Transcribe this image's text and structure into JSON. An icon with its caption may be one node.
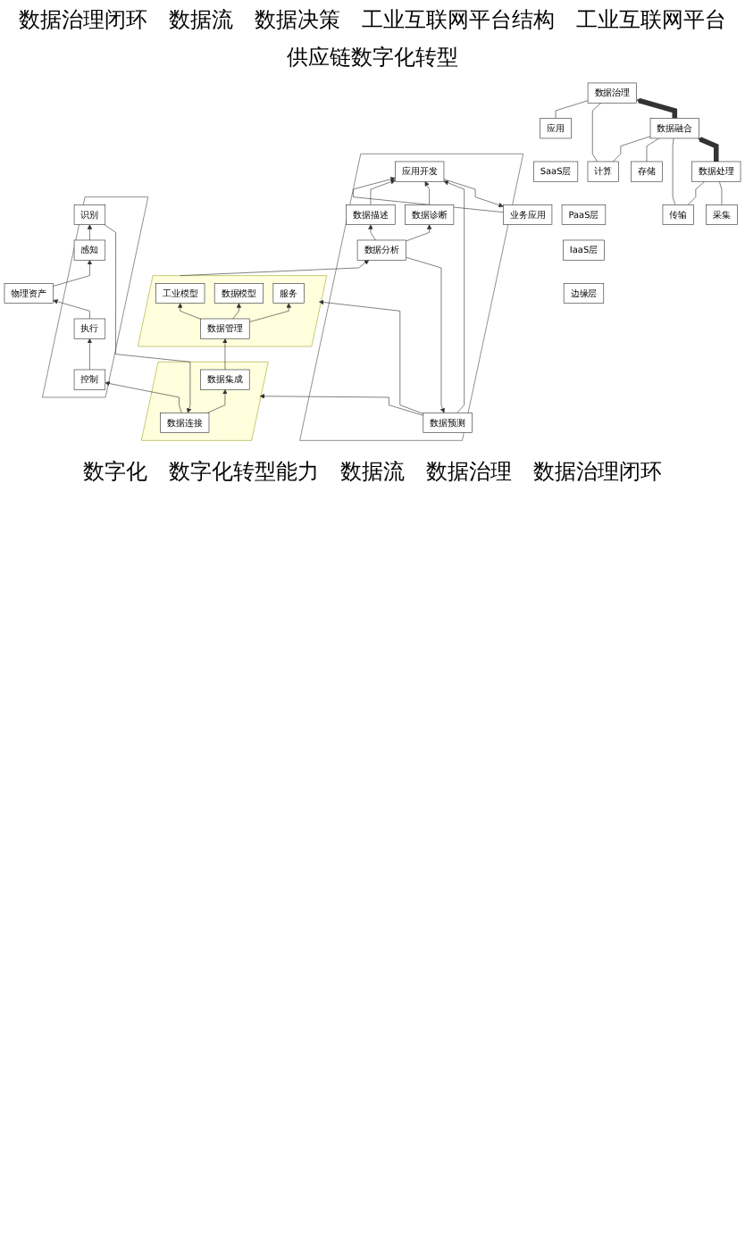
{
  "diagram": {
    "nodes": [
      {
        "text": [
          "业务应用"
        ]
      },
      {
        "text": [],
        "shape": "parallelogram"
      },
      {
        "text": [
          "应用开发"
        ],
        "in": 1
      },
      {
        "text": [
          "数据描述"
        ],
        "in": 1
      },
      {
        "text": [
          "数据诊断"
        ],
        "in": 1
      },
      {
        "text": [
          "数据预测"
        ],
        "in": 1
      },
      {
        "text": [
          "数据分析"
        ],
        "in": 1
      },
      {
        "text": [],
        "shape": "parallelogram"
      },
      {
        "text": [
          "工业模型"
        ],
        "in": 7
      },
      {
        "text": [
          "数据模型"
        ],
        "in": 7
      },
      {
        "text": [
          "服务"
        ],
        "in": 7
      },
      {
        "text": [
          "数据管理"
        ],
        "in": 7
      },
      {
        "text": [],
        "shape": "parallelogram"
      },
      {
        "text": [
          "数据集成"
        ],
        "in": 12
      },
      {
        "text": [
          "数据连接"
        ],
        "in": 12
      },
      {
        "text": [],
        "shape": "parallelogram"
      },
      {
        "text": [
          "识别"
        ],
        "in": 15
      },
      {
        "text": [
          "控制"
        ],
        "in": 15
      },
      {
        "text": [
          "感知"
        ],
        "in": 15
      },
      {
        "text": [
          "执行"
        ],
        "in": 15
      },
      {
        "text": [
          "物理资产"
        ]
      },
      {
        "text": [
          "SaaS层"
        ]
      },
      {
        "text": [
          "PaaS层"
        ]
      },
      {
        "text": [
          "IaaS层"
        ]
      },
      {
        "text": [
          "边缘层"
        ]
      },
      {
        "text": [
          "应用"
        ]
      },
      {
        "text": [
          "计算"
        ]
      },
      {
        "text": [
          "存储"
        ]
      },
      {
        "text": [
          "传输"
        ]
      },
      {
        "text": [
          "采集"
        ]
      },
      {
        "text": [
          "数据治理"
        ]
      },
      {
        "text": [
          "数据融合"
        ]
      },
      {
        "text": [
          "数据处理"
        ]
      }
    ],
    "edges": [
      {
        "from": 2,
        "to": 0,
        "arrow": "to"
      },
      {
        "from": 0,
        "to": 2,
        "arrow": "to"
      },
      {
        "from": 3,
        "to": 2,
        "arrow": "to"
      },
      {
        "from": 4,
        "to": 2,
        "arrow": "to"
      },
      {
        "from": 5,
        "to": 2,
        "arrow": "to"
      },
      {
        "from": 6,
        "to": 3,
        "arrow": "to"
      },
      {
        "from": 6,
        "to": 4,
        "arrow": "to"
      },
      {
        "from": 6,
        "to": 5,
        "arrow": "to"
      },
      {
        "from": 7,
        "to": 6,
        "arrow": "to"
      },
      {
        "from": 11,
        "to": 8,
        "arrow": "to"
      },
      {
        "from": 11,
        "to": 9,
        "arrow": "to"
      },
      {
        "from": 11,
        "to": 10,
        "arrow": "to"
      },
      {
        "from": 13,
        "to": 11,
        "arrow": "to"
      },
      {
        "from": 14,
        "to": 13,
        "arrow": "to"
      },
      {
        "from": 16,
        "to": 14,
        "arrow": "to"
      },
      {
        "from": 14,
        "to": 17,
        "arrow": "to"
      },
      {
        "from": 18,
        "to": 16,
        "arrow": "to"
      },
      {
        "from": 17,
        "to": 19,
        "arrow": "to"
      },
      {
        "from": 20,
        "to": 18,
        "arrow": "to"
      },
      {
        "from": 19,
        "to": 20,
        "arrow": "to"
      },
      {
        "from": 5,
        "to": 7,
        "arrow": "to"
      },
      {
        "from": 5,
        "to": 12,
        "arrow": "to"
      },
      {
        "from": 25,
        "to": 30,
        "arrow": "none"
      },
      {
        "from": 26,
        "to": 30,
        "arrow": "none"
      },
      {
        "from": 26,
        "to": 31,
        "arrow": "none"
      },
      {
        "from": 27,
        "to": 31,
        "arrow": "none"
      },
      {
        "from": 28,
        "to": 31,
        "arrow": "none"
      },
      {
        "from": 28,
        "to": 32,
        "arrow": "none"
      },
      {
        "from": 29,
        "to": 32,
        "arrow": "none"
      },
      {
        "from": 32,
        "to": 31,
        "arrow": "to",
        "style": "thick"
      },
      {
        "from": 31,
        "to": 30,
        "arrow": "to",
        "style": "thick"
      }
    ],
    "labels": [
      "数据治理闭环",
      "数据流",
      "数据决策",
      "工业互联网平台结构",
      "工业互联网平台",
      "供应链数字化转型",
      "数字化",
      "数字化转型能力",
      "数据流",
      "数据治理",
      "数据治理闭环"
    ]
  }
}
